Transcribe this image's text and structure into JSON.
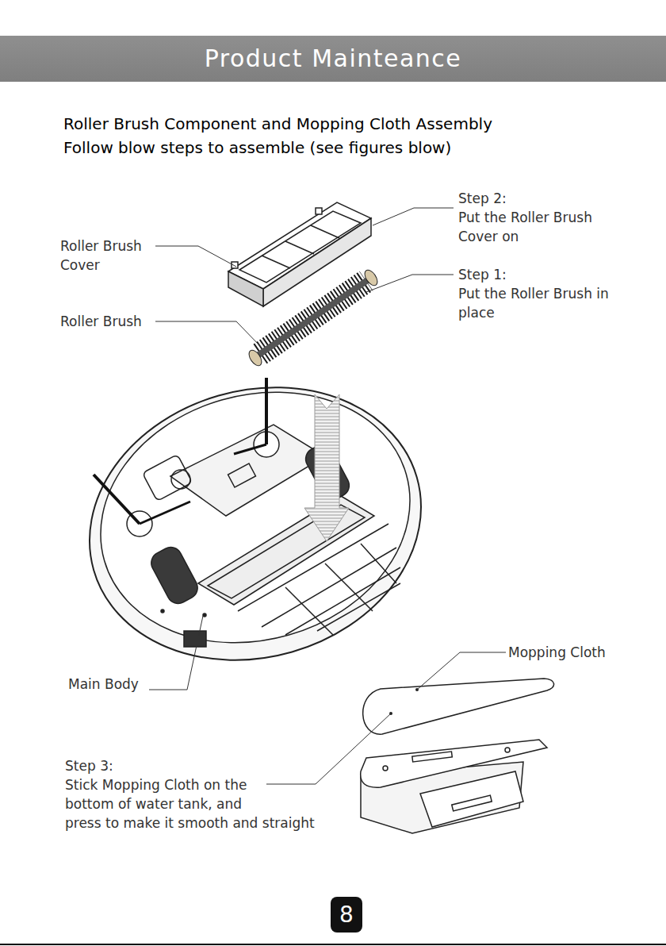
{
  "diagram": {
    "title": "Product Mainteance",
    "nodes": [
      {
        "text": [
          "8"
        ]
      }
    ],
    "labels": [
      "Roller Brush Component and Mopping Cloth Assembly",
      "Follow blow steps to assemble (see figures blow)",
      "Roller Brush Cover",
      "Roller Brush",
      "Step 2:",
      "Put the Roller Brush Cover on",
      "Step 1:",
      "Put the Roller Brush in place",
      "Main Body",
      "Mopping Cloth",
      "Step 3:",
      "Stick Mopping Cloth on the bottom of water tank, and press to make it smooth and straight"
    ]
  }
}
